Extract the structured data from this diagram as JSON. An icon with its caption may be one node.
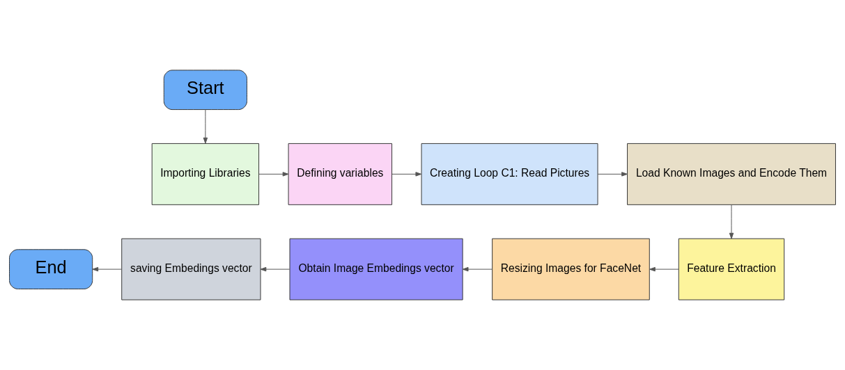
{
  "diagram": {
    "nodes": [
      {
        "text": [
          "Start"
        ]
      },
      {
        "text": [
          "Importing Libraries"
        ]
      },
      {
        "text": [
          "Defining variables"
        ]
      },
      {
        "text": [
          "Creating Loop C1: Read Pictures"
        ]
      },
      {
        "text": [
          "Load Known Images and Encode Them"
        ]
      },
      {
        "text": [
          "Feature Extraction"
        ]
      },
      {
        "text": [
          "Resizing Images for FaceNet"
        ]
      },
      {
        "text": [
          "Obtain Image Embedings vector"
        ]
      },
      {
        "text": [
          "saving Embedings vector"
        ]
      },
      {
        "text": [
          "End"
        ]
      }
    ],
    "edges": [
      {
        "from": 0,
        "to": 1,
        "arrow": "to"
      },
      {
        "from": 1,
        "to": 2,
        "arrow": "to"
      },
      {
        "from": 2,
        "to": 3,
        "arrow": "to"
      },
      {
        "from": 3,
        "to": 4,
        "arrow": "to"
      },
      {
        "from": 4,
        "to": 5,
        "arrow": "to"
      },
      {
        "from": 5,
        "to": 6,
        "arrow": "to"
      },
      {
        "from": 6,
        "to": 7,
        "arrow": "to"
      },
      {
        "from": 7,
        "to": 8,
        "arrow": "to"
      },
      {
        "from": 8,
        "to": 9,
        "arrow": "to"
      }
    ]
  }
}
